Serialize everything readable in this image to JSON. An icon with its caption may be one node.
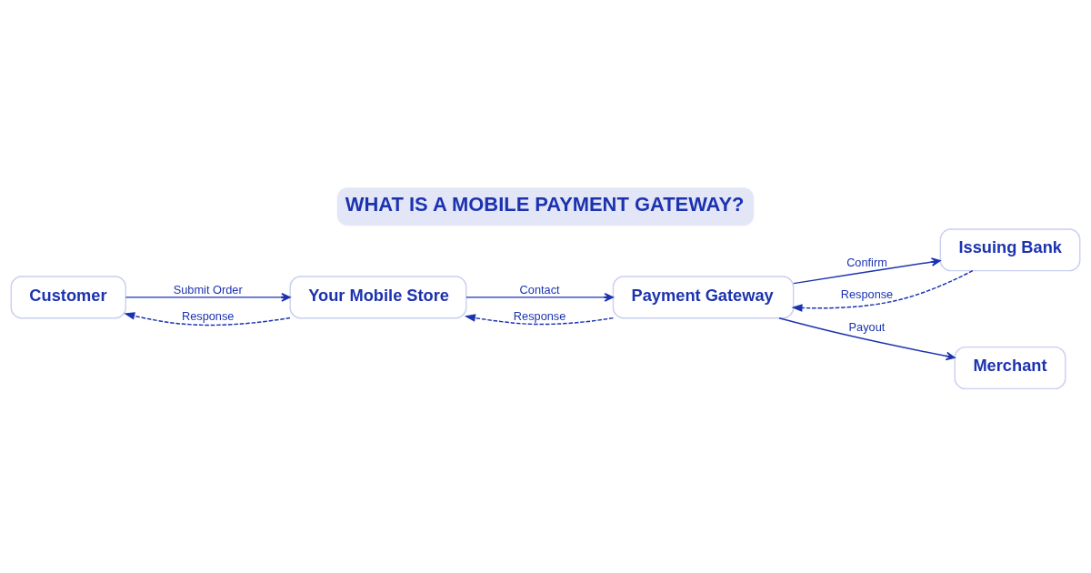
{
  "diagram": {
    "title": "WHAT IS A MOBILE PAYMENT GATEWAY?",
    "nodes": [
      {
        "text": [
          "Customer"
        ]
      },
      {
        "text": [
          "Your Mobile Store"
        ]
      },
      {
        "text": [
          "Payment Gateway"
        ]
      },
      {
        "text": [
          "Issuing Bank"
        ]
      },
      {
        "text": [
          "Merchant"
        ]
      }
    ],
    "edges": [
      {
        "from": 0,
        "to": 1,
        "arrow": "to",
        "label": "Submit Order"
      },
      {
        "from": 1,
        "to": 0,
        "arrow": "to",
        "label": "Response",
        "style": "dashed"
      },
      {
        "from": 1,
        "to": 2,
        "arrow": "to",
        "label": "Contact"
      },
      {
        "from": 2,
        "to": 1,
        "arrow": "to",
        "label": "Response",
        "style": "dashed"
      },
      {
        "from": 2,
        "to": 3,
        "arrow": "to",
        "label": "Confirm"
      },
      {
        "from": 3,
        "to": 2,
        "arrow": "to",
        "label": "Response",
        "style": "dashed"
      },
      {
        "from": 2,
        "to": 4,
        "arrow": "to",
        "label": "Payout"
      }
    ]
  }
}
